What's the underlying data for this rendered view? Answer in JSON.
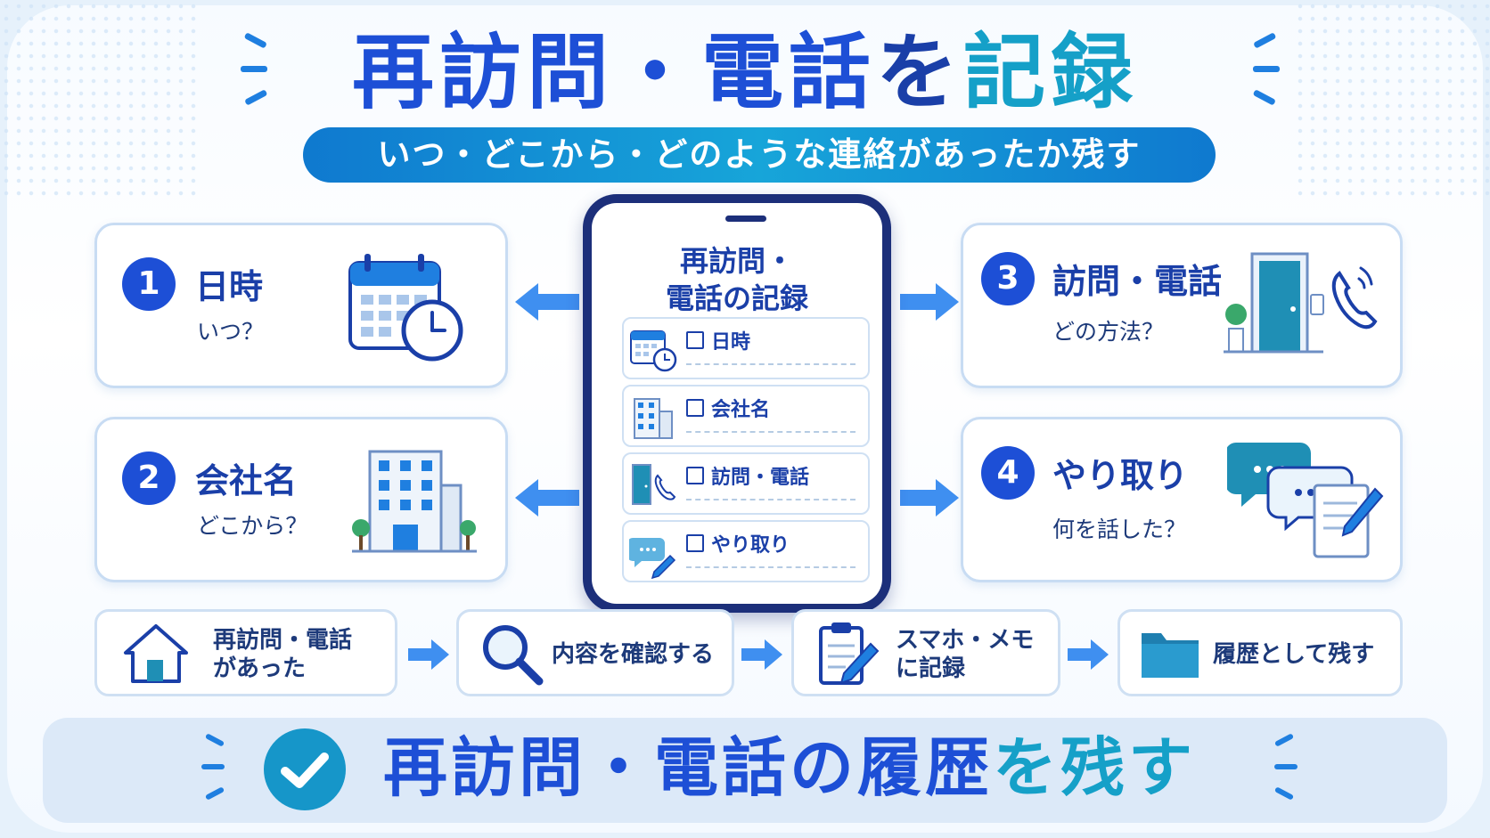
{
  "title": {
    "part1": "再訪問・電話",
    "part2": "を",
    "part3": "記録"
  },
  "subtitle": "いつ・どこから・どのような連絡があったか残す",
  "phone": {
    "title_line1": "再訪問・",
    "title_line2": "電話の記録",
    "rows": [
      {
        "label": "日時"
      },
      {
        "label": "会社名"
      },
      {
        "label": "訪問・電話"
      },
      {
        "label": "やり取り"
      }
    ]
  },
  "cards": [
    {
      "num": "1",
      "title": "日時",
      "sub": "いつ？"
    },
    {
      "num": "2",
      "title": "会社名",
      "sub": "どこから？"
    },
    {
      "num": "3",
      "title": "訪問・電話",
      "sub": "どの方法？"
    },
    {
      "num": "4",
      "title": "やり取り",
      "sub": "何を話した？"
    }
  ],
  "flow": [
    {
      "line1": "再訪問・電話",
      "line2": "があった"
    },
    {
      "line1": "内容を確認する"
    },
    {
      "line1": "スマホ・メモ",
      "line2": "に記録"
    },
    {
      "line1": "履歴として残す"
    }
  ],
  "banner": {
    "part1": "再訪問・電話",
    "part2": "の",
    "part3": "履歴",
    "part4": "を残す"
  },
  "colors": {
    "primary": "#1d4fd6",
    "navy": "#1a3fa8",
    "teal": "#15a0c8",
    "accent": "#1f7fe0"
  }
}
